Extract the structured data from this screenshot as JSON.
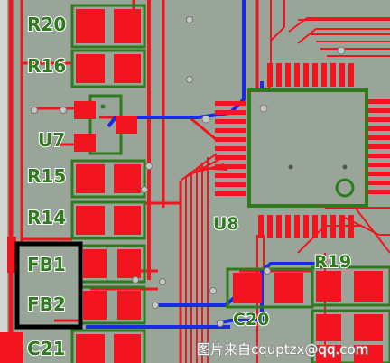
{
  "board": {
    "colors": {
      "background": "#9aa59a",
      "copper_red": "#f2141e",
      "trace_blue": "#1a2be8",
      "outline_green": "#2f7a1f",
      "highlight_box": "#000000",
      "via": "#c8c8c8"
    },
    "labels": {
      "r20": "R20",
      "r16": "R16",
      "u7": "U7",
      "r15": "R15",
      "r14": "R14",
      "fb1": "FB1",
      "fb2": "FB2",
      "c21": "C21",
      "u8": "U8",
      "r19": "R19",
      "c20": "C20"
    },
    "watermark": "图片来自cquptzx@qq.com"
  }
}
